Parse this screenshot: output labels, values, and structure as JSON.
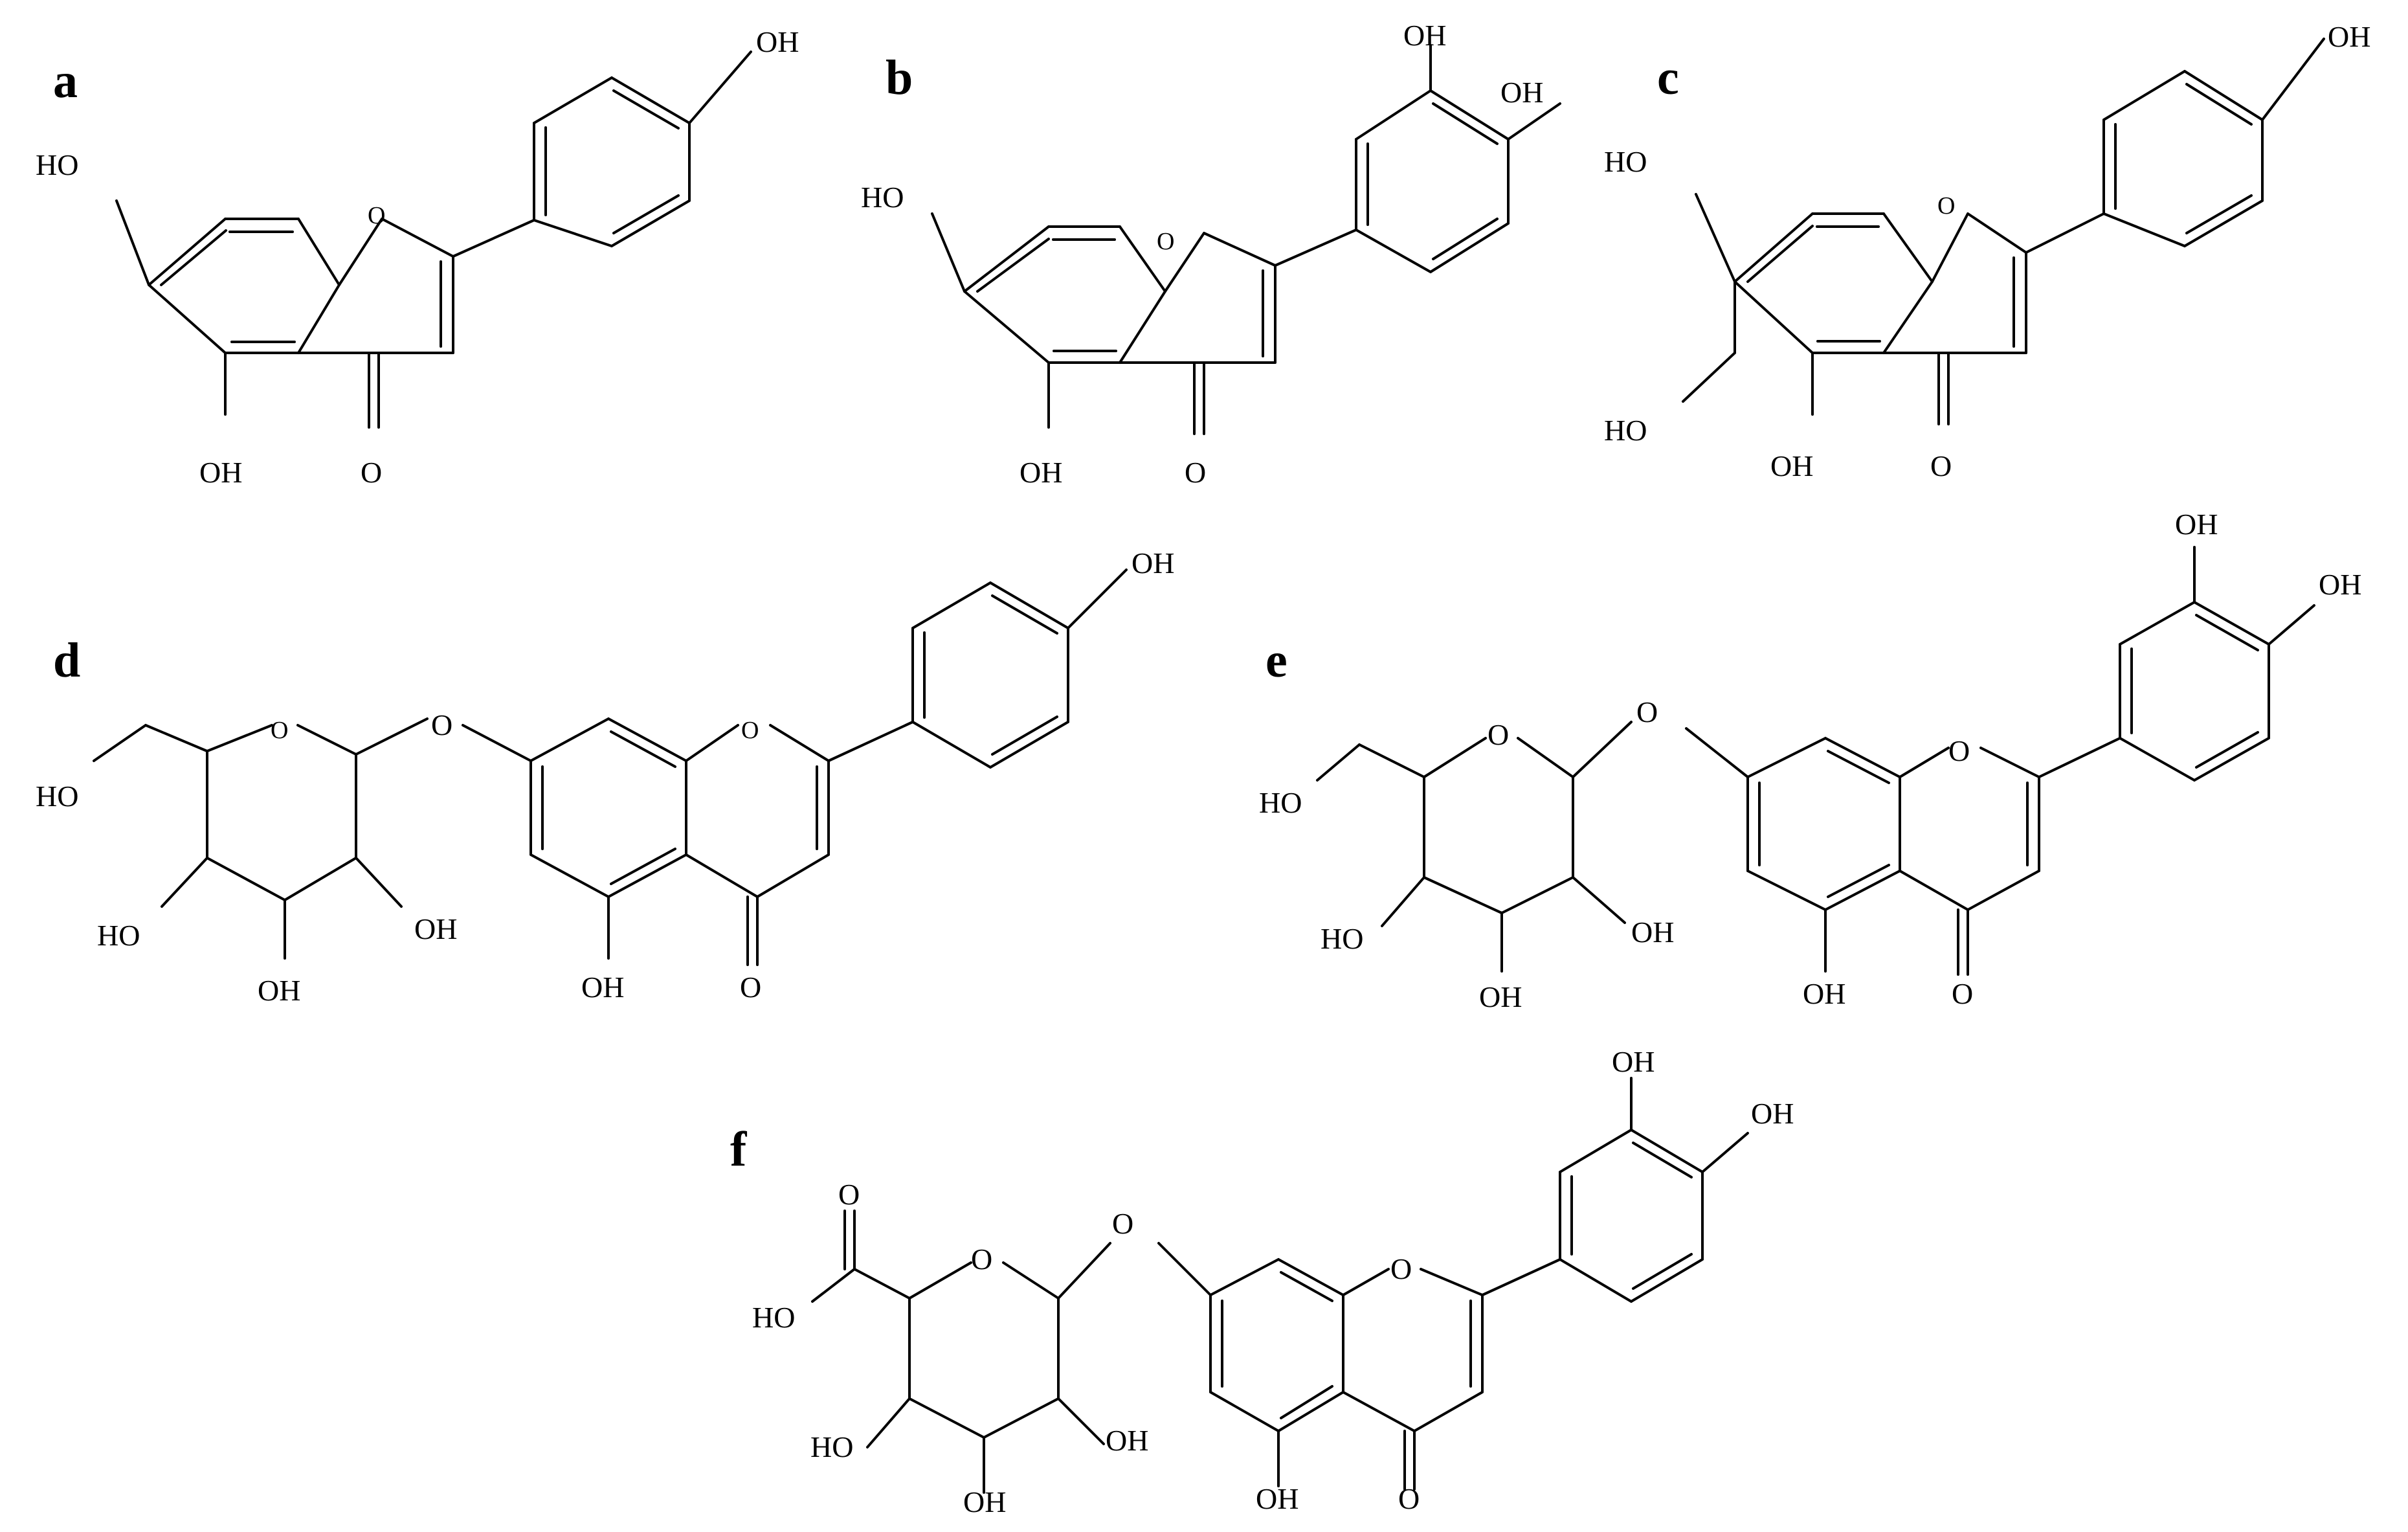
{
  "labels": {
    "a": "a",
    "b": "b",
    "c": "c",
    "d": "d",
    "e": "e",
    "f": "f"
  },
  "atoms": {
    "oh": "OH",
    "ho": "HO",
    "o": "O"
  }
}
